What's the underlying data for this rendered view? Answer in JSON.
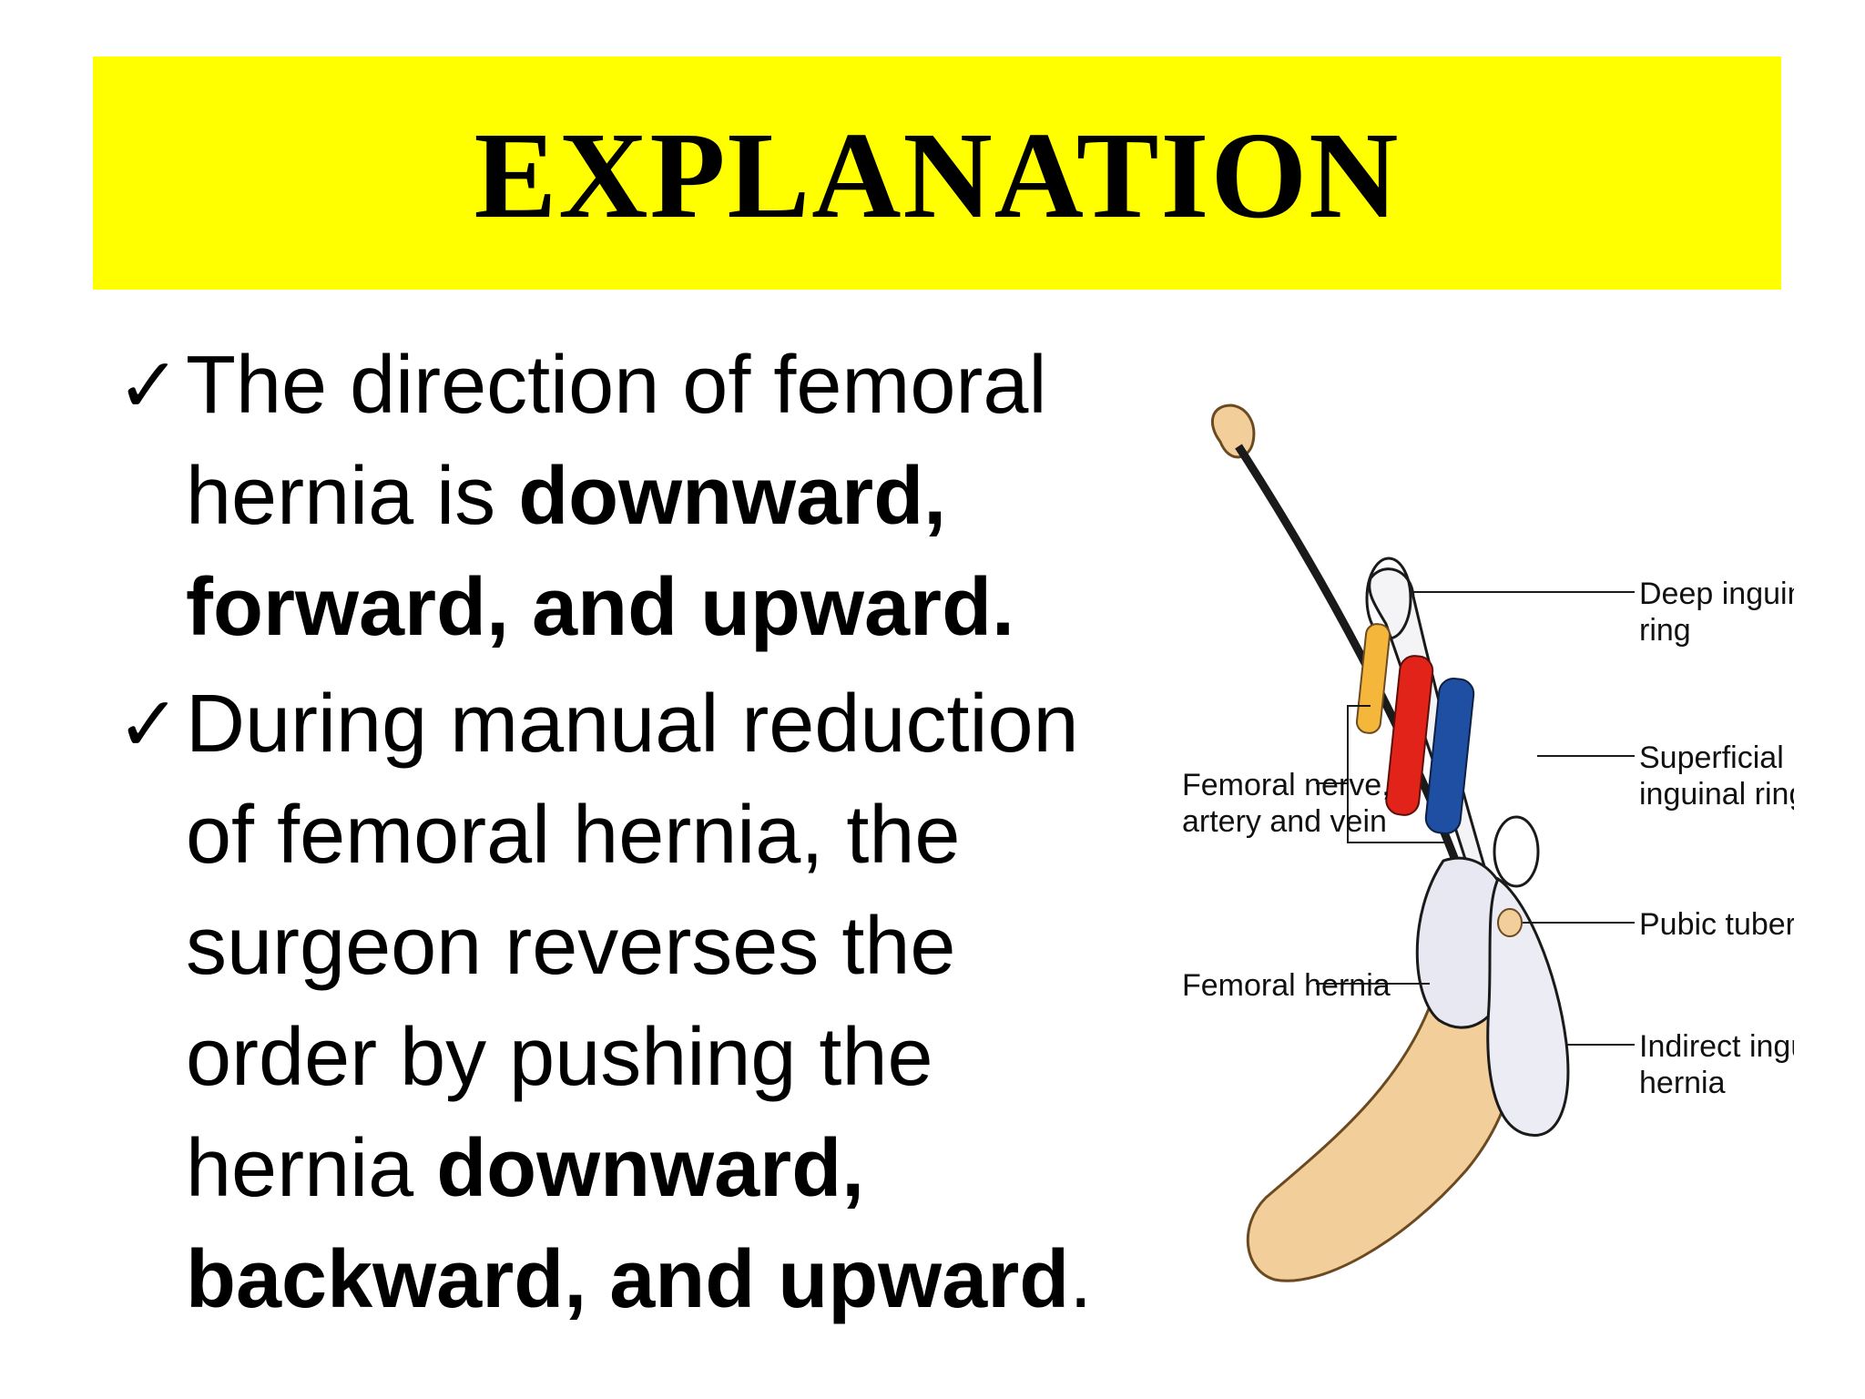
{
  "title": "EXPLANATION",
  "bullets": [
    {
      "check": "✓",
      "line1": "The direction of femoral",
      "line2_normal": "hernia is ",
      "line2_bold": "downward,",
      "line3_bold": "forward, and upward."
    },
    {
      "check": "✓",
      "line1": "During manual reduction",
      "line2": "of femoral hernia, the",
      "line3": "surgeon reverses the",
      "line4": "order by pushing the",
      "line5_normal": "hernia ",
      "line5_bold": "downward,",
      "line6_bold": "backward, and upward",
      "line6_end": "."
    }
  ],
  "figure": {
    "labels": {
      "deep_ring_1": "Deep inguinal",
      "deep_ring_2": "ring",
      "superficial_1": "Superficial",
      "superficial_2": "inguinal ring",
      "pubic": "Pubic tubercle",
      "indirect_1": "Indirect inguinal",
      "indirect_2": "hernia",
      "femoral_nerve_1": "Femoral nerve,",
      "femoral_nerve_2": "artery and vein",
      "femoral_hernia": "Femoral hernia"
    },
    "colors": {
      "bone": "#f2cf9a",
      "artery": "#e2231a",
      "vein": "#1f4fa3",
      "nerve": "#f4b73b",
      "hernia": "#e8e8f2"
    }
  }
}
